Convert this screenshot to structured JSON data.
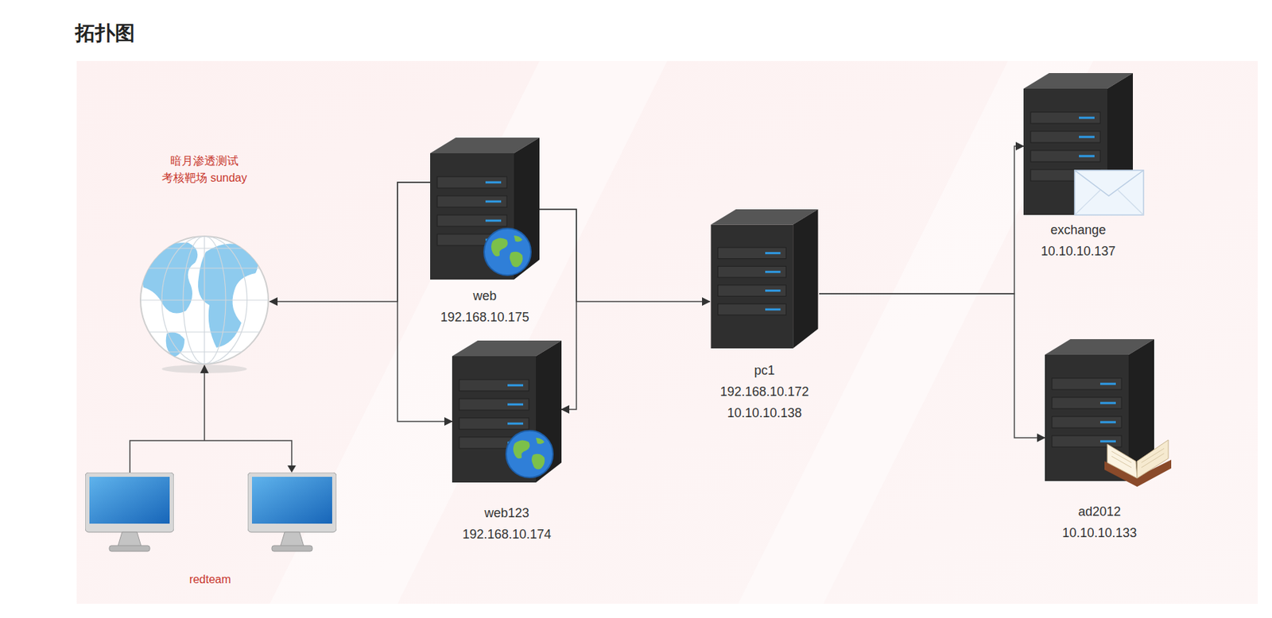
{
  "diagram": {
    "title": "拓扑图",
    "nodes": [
      {
        "text": [
          "暗月渗透测试 考核靶场 sunday"
        ]
      },
      {
        "text": [
          "redteam"
        ]
      },
      {
        "text": [
          "web",
          "192.168.10.175"
        ]
      },
      {
        "text": [
          "web123",
          "192.168.10.174"
        ]
      },
      {
        "text": [
          "pc1",
          "192.168.10.172",
          "10.10.10.138"
        ]
      },
      {
        "text": [
          "exchange",
          "10.10.10.137"
        ]
      },
      {
        "text": [
          "ad2012",
          "10.10.10.133"
        ]
      }
    ],
    "edges": [
      {
        "from": 1,
        "to": 0,
        "arrow": "to"
      },
      {
        "from": 2,
        "to": 0,
        "arrow": "to"
      },
      {
        "from": 2,
        "to": 3,
        "arrow": "to"
      },
      {
        "from": 2,
        "to": 3,
        "arrow": "to"
      },
      {
        "from": 2,
        "to": 4,
        "arrow": "to"
      },
      {
        "from": 4,
        "to": 5,
        "arrow": "to"
      },
      {
        "from": 4,
        "to": 6,
        "arrow": "to"
      }
    ]
  }
}
